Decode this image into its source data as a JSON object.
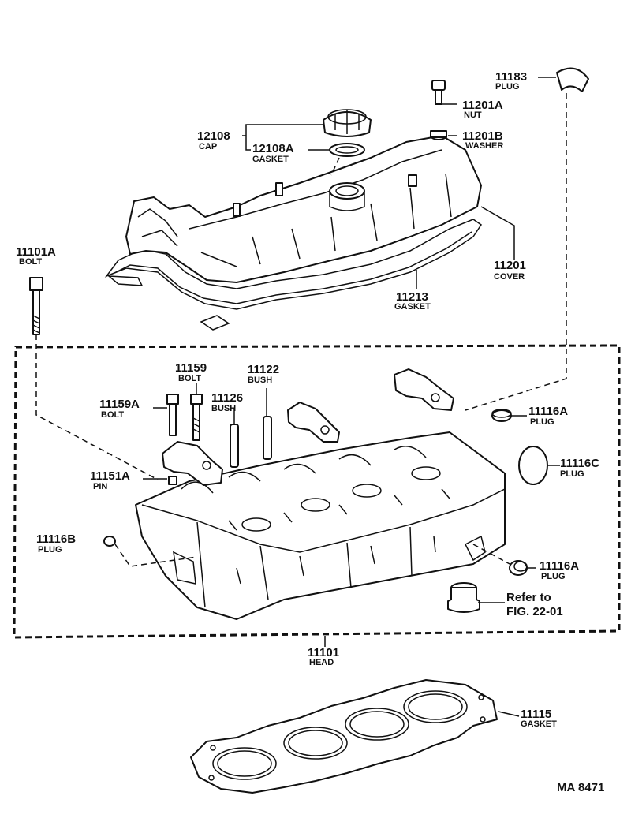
{
  "labels": {
    "p11183": {
      "num": "11183",
      "name": "PLUG"
    },
    "p11201A": {
      "num": "11201A",
      "name": "NUT"
    },
    "p12108": {
      "num": "12108",
      "name": "CAP"
    },
    "p12108A": {
      "num": "12108A",
      "name": "GASKET"
    },
    "p11201B": {
      "num": "11201B",
      "name": "WASHER"
    },
    "p11201": {
      "num": "11201",
      "name": "COVER"
    },
    "p11213": {
      "num": "11213",
      "name": "GASKET"
    },
    "p11101A": {
      "num": "11101A",
      "name": "BOLT"
    },
    "p11159": {
      "num": "11159",
      "name": "BOLT"
    },
    "p11122": {
      "num": "11122",
      "name": "BUSH"
    },
    "p11159A": {
      "num": "11159A",
      "name": "BOLT"
    },
    "p11126": {
      "num": "11126",
      "name": "BUSH"
    },
    "p11116A_top": {
      "num": "11116A",
      "name": "PLUG"
    },
    "p11116C": {
      "num": "11116C",
      "name": "PLUG"
    },
    "p11151A": {
      "num": "11151A",
      "name": "PIN"
    },
    "p11116B": {
      "num": "11116B",
      "name": "PLUG"
    },
    "p11116A_bottom": {
      "num": "11116A",
      "name": "PLUG"
    },
    "p11101": {
      "num": "11101",
      "name": "HEAD"
    },
    "p11115": {
      "num": "11115",
      "name": "GASKET"
    }
  },
  "reference": {
    "line1": "Refer to",
    "line2": "FIG. 22-01"
  },
  "diagram_code": "MA 8471"
}
